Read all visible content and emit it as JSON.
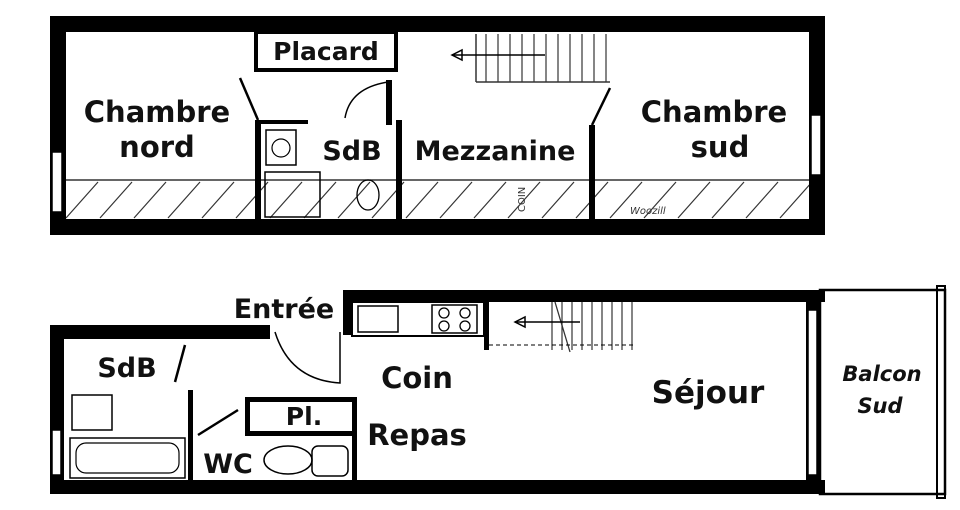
{
  "upper_floor": {
    "rooms": {
      "chambre_nord": [
        "Chambre",
        "nord"
      ],
      "placard": "Placard",
      "sdb": "SdB",
      "mezzanine": "Mezzanine",
      "chambre_sud": [
        "Chambre",
        "sud"
      ]
    },
    "hatch_note_1": "COIN",
    "hatch_note_2": "Woozill"
  },
  "lower_floor": {
    "rooms": {
      "entree": "Entrée",
      "sdb": "SdB",
      "placard": "Pl.",
      "wc": "WC",
      "coin_repas": [
        "Coin",
        "Repas"
      ],
      "sejour": "Séjour",
      "balcon": [
        "Balcon",
        "Sud"
      ]
    }
  },
  "colors": {
    "wall": "#000000",
    "background": "#ffffff",
    "hatch": "#333333"
  }
}
